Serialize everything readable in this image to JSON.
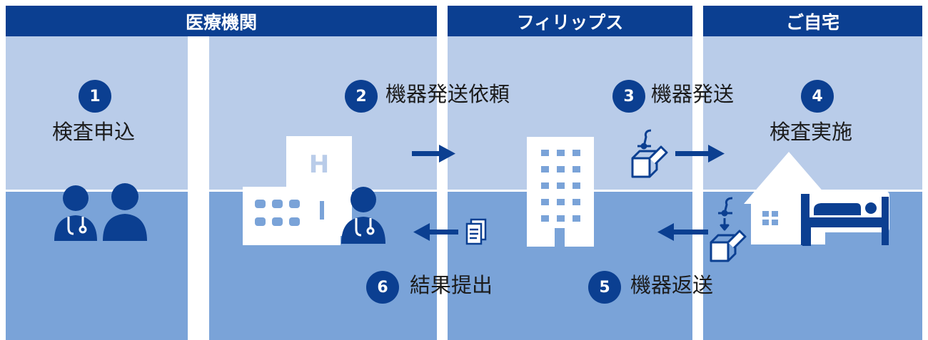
{
  "headers": {
    "institution": "医療機関",
    "philips": "フィリップス",
    "home": "ご自宅"
  },
  "steps": [
    {
      "number": "1",
      "label": "検査申込"
    },
    {
      "number": "2",
      "label": "機器発送依頼"
    },
    {
      "number": "3",
      "label": "機器発送"
    },
    {
      "number": "4",
      "label": "検査実施"
    },
    {
      "number": "5",
      "label": "機器返送"
    },
    {
      "number": "6",
      "label": "結果提出"
    }
  ],
  "hospital_sign": "H",
  "colors": {
    "header_bg": "#0b3f91",
    "band_light": "#b9cce9",
    "band_dark": "#7aa3d8",
    "icon_navy": "#0b3f91",
    "icon_white": "#ffffff",
    "text": "#1b1b1b"
  },
  "icons": [
    "doctor-icon",
    "person-icon",
    "hospital-icon",
    "office-building-icon",
    "device-box-icon",
    "document-icon",
    "house-icon",
    "bed-icon",
    "arrow-right-icon",
    "arrow-left-icon"
  ]
}
